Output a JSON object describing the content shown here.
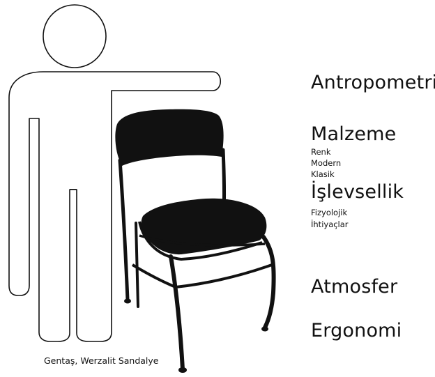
{
  "labels": {
    "antropometri": "Antropometri",
    "malzeme": "Malzeme",
    "renk": "Renk",
    "modern": "Modern",
    "klasik": "Klasik",
    "islevsellik": "İşlevsellik",
    "fizyolojik": "Fizyolojik",
    "ihtiyaclar": "İhtiyaçlar",
    "atmosfer": "Atmosfer",
    "ergonomi": "Ergonomi"
  },
  "caption": "Gentaş, Werzalit Sandalye",
  "icons": {
    "person": "person-outline-icon",
    "chair": "school-chair-icon"
  },
  "colors": {
    "background": "#ffffff",
    "ink": "#111111"
  }
}
